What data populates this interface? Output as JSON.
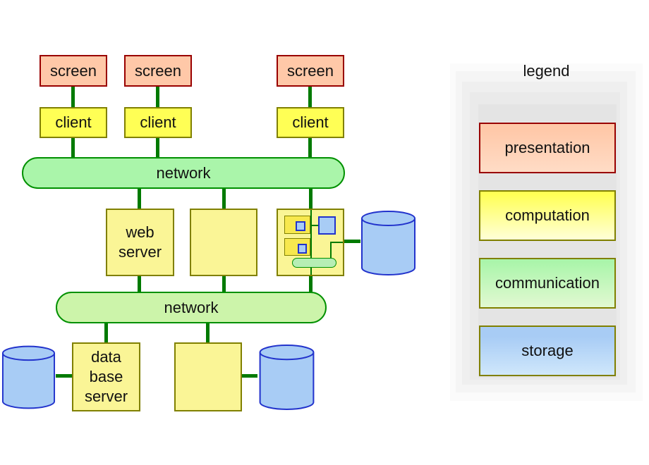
{
  "diagram": {
    "screens": [
      "screen",
      "screen",
      "screen"
    ],
    "clients": [
      "client",
      "client",
      "client"
    ],
    "network_top": "network",
    "network_bottom": "network",
    "web_server": "web server",
    "database_server": "data base server"
  },
  "legend": {
    "title": "legend",
    "items": [
      {
        "label": "presentation",
        "color": "#ffc8a8"
      },
      {
        "label": "computation",
        "color": "#ffff55"
      },
      {
        "label": "communication",
        "color": "#aaf5aa"
      },
      {
        "label": "storage",
        "color": "#a8ccf5"
      }
    ]
  },
  "icons": {
    "database_cylinder": "css/svg cylinder shape",
    "internal_network_pill": "css rounded pill shape",
    "process_with_state": "yellow box containing blue square"
  },
  "colors": {
    "presentation_fill": "#ffc8a8",
    "presentation_border": "#990000",
    "computation_fill": "#ffff55",
    "server_fill": "#faf596",
    "inner_process_fill": "#f7e84e",
    "communication_fill": "#aaf5aa",
    "communication_fill_2": "#ccf4aa",
    "communication_border": "#009000",
    "inner_pill_fill": "#b6eeb4",
    "storage_fill": "#a8ccf5",
    "storage_border": "#2233cc",
    "legend_box_border": "#808000",
    "connector": "#007a00"
  }
}
